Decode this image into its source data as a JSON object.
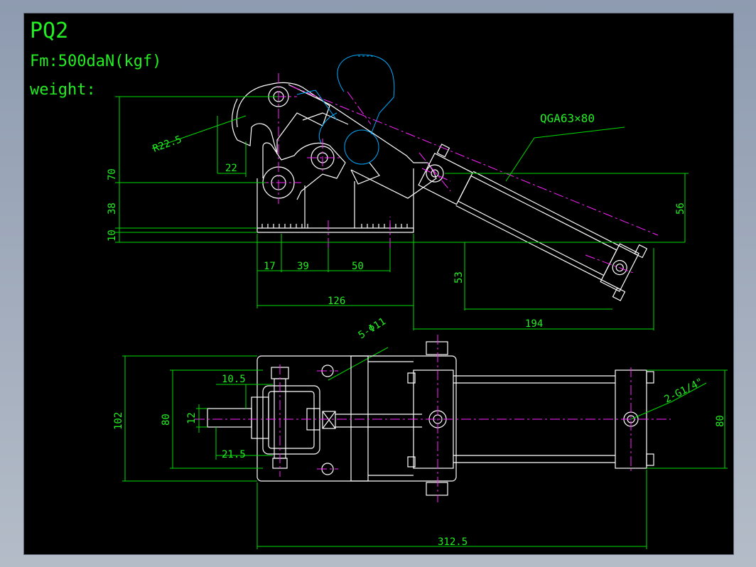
{
  "header": {
    "model": "PQ2",
    "force": "Fm:500daN(kgf)",
    "weight": "weight:"
  },
  "annotations": {
    "radius": "R22.5",
    "cylinder": "QGA63×80",
    "holes": "5-Φ11",
    "port": "2-G1/4\""
  },
  "dims_side": {
    "d22": "22",
    "d70": "70",
    "d38": "38",
    "d10": "10",
    "d17": "17",
    "d39": "39",
    "d50": "50",
    "d126": "126",
    "d53": "53",
    "d194": "194",
    "d56": "56"
  },
  "dims_top": {
    "d10_5": "10.5",
    "d21_5": "21.5",
    "d12": "12",
    "d80_left": "80",
    "d102": "102",
    "d80_right": "80",
    "d312_5": "312.5"
  },
  "colors": {
    "background": "#000000",
    "dimension": "#00dd00",
    "outline": "#ffffff",
    "centerline": "#ff22ff",
    "construction": "#00aaff"
  }
}
